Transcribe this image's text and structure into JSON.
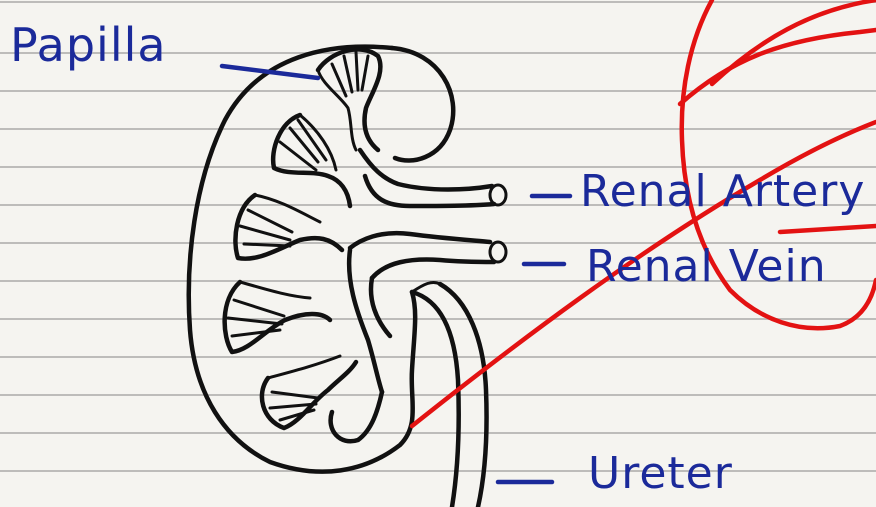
{
  "labels": {
    "papilla": "Papilla",
    "renal_artery": "Renal Artery",
    "renal_vein": "Renal Vein",
    "ureter": "Ureter"
  },
  "colors": {
    "ink": "#111111",
    "label_blue": "#1b2a9a",
    "annotation_red": "#e31212",
    "paper": "#f5f4f0"
  }
}
